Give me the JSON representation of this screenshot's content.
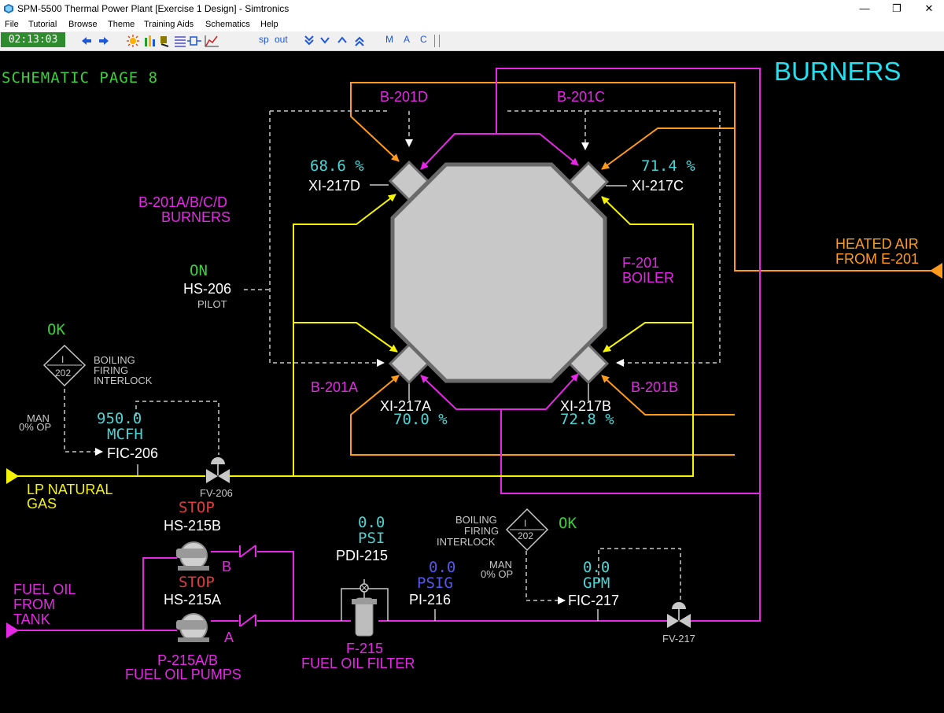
{
  "window": {
    "title": "SPM-5500 Thermal Power Plant [Exercise 1 Design] - Simtronics",
    "controls": [
      "—",
      "❐",
      "✕"
    ]
  },
  "menu": [
    "File",
    "Tutorial",
    "Browse",
    "Theme",
    "Training Aids",
    "Schematics",
    "Help"
  ],
  "toolbar": {
    "clock": "02:13:03",
    "sp": "sp",
    "out": "out",
    "m": "M",
    "a": "A",
    "c": "C"
  },
  "page": {
    "title": "SCHEMATIC PAGE 8",
    "area": "BURNERS"
  },
  "burners": {
    "d": {
      "name": "B-201D",
      "xi": "XI-217D",
      "value": "68.6 %"
    },
    "c": {
      "name": "B-201C",
      "xi": "XI-217C",
      "value": "71.4 %"
    },
    "a": {
      "name": "B-201A",
      "xi": "XI-217A",
      "value": "70.0 %"
    },
    "b": {
      "name": "B-201B",
      "xi": "XI-217B",
      "value": "72.8 %"
    },
    "group_line1": "B-201A/B/C/D",
    "group_line2": "BURNERS"
  },
  "boiler": {
    "tag": "F-201",
    "name": "BOILER"
  },
  "heated_air": {
    "line1": "HEATED AIR",
    "line2": "FROM E-201"
  },
  "pilot": {
    "state": "ON",
    "tag": "HS-206",
    "label": "PILOT"
  },
  "interlock_gas": {
    "status": "OK",
    "i": "I",
    "num": "202",
    "line1": "BOILING",
    "line2": "FIRING",
    "line3": "INTERLOCK"
  },
  "fic206": {
    "mode": "MAN",
    "op": "0% OP",
    "value": "950.0",
    "unit": "MCFH",
    "tag": "FIC-206"
  },
  "fv206": {
    "tag": "FV-206"
  },
  "gas_line": {
    "line1": "LP NATURAL",
    "line2": "GAS"
  },
  "pump_b": {
    "state": "STOP",
    "tag": "HS-215B",
    "letter": "B"
  },
  "pump_a": {
    "state": "STOP",
    "tag": "HS-215A",
    "letter": "A"
  },
  "pumps": {
    "tag": "P-215A/B",
    "name": "FUEL OIL PUMPS"
  },
  "fuel_oil_line": {
    "line1": "FUEL OIL",
    "line2": "FROM",
    "line3": "TANK"
  },
  "pdi215": {
    "value": "0.0",
    "unit": "PSI",
    "tag": "PDI-215"
  },
  "pi216": {
    "value": "0.0",
    "unit": "PSIG",
    "tag": "PI-216"
  },
  "filter": {
    "tag": "F-215",
    "name": "FUEL OIL FILTER"
  },
  "interlock_oil": {
    "status": "OK",
    "i": "I",
    "num": "202",
    "line1": "BOILING",
    "line2": "FIRING",
    "line3": "INTERLOCK"
  },
  "fic217": {
    "mode": "MAN",
    "op": "0% OP",
    "value": "0.0",
    "unit": "GPM",
    "tag": "FIC-217"
  },
  "fv217": {
    "tag": "FV-217"
  },
  "colors": {
    "fuel_oil": "#e628e6",
    "gas": "#f4f400",
    "air": "#ff9a1a",
    "title": "#22e0f0",
    "status_ok": "#3ccf3c",
    "status_stop": "#e03c3c",
    "value": "#4cd4d4"
  }
}
